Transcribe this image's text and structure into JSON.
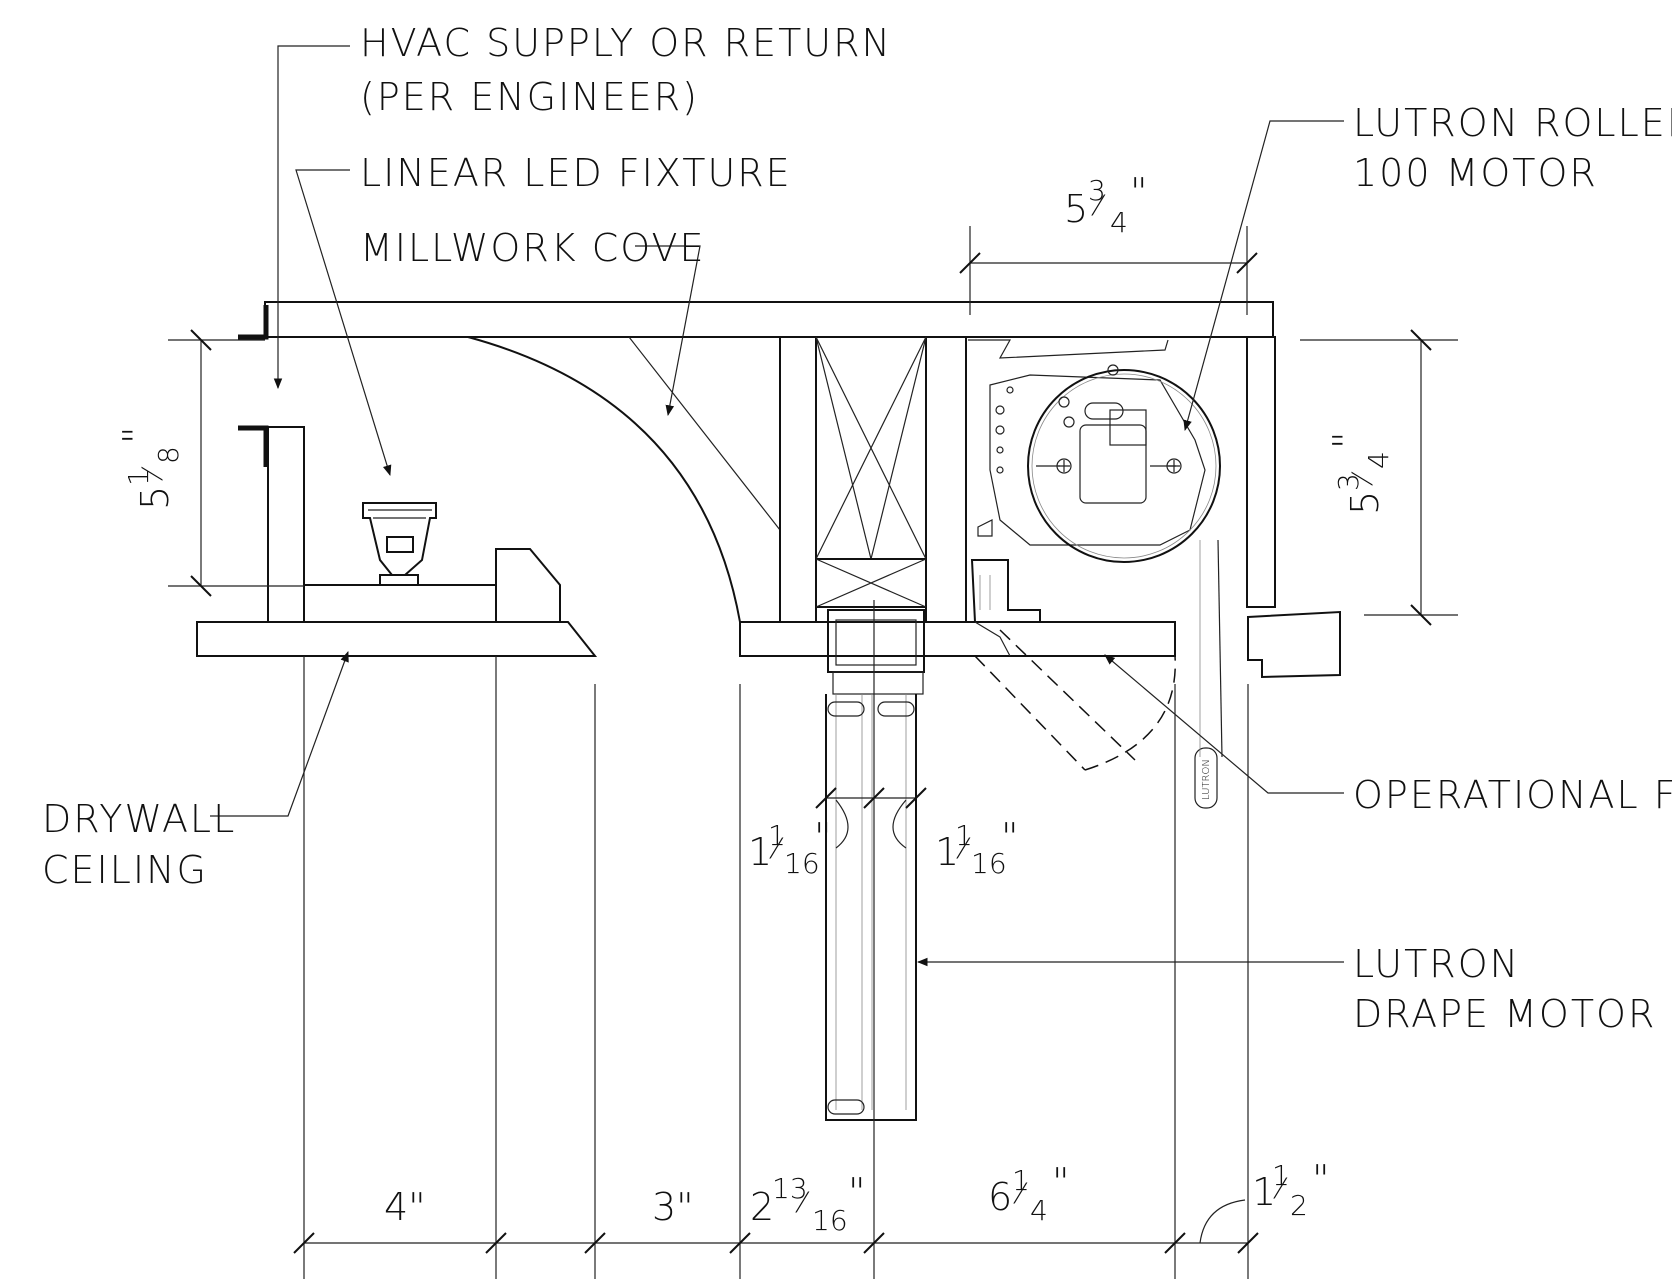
{
  "labels": {
    "hvac_line1": "HVAC SUPPLY OR RETURN",
    "hvac_line2": "(PER ENGINEER)",
    "led_fixture": "LINEAR LED FIXTURE",
    "millwork_cove": "MILLWORK COVE",
    "roller_line1": "LUTRON ROLLER",
    "roller_line2": "100 MOTOR",
    "drywall_line1": "DRYWALL",
    "drywall_line2": "CEILING",
    "flap": "OPERATIONAL FLAP",
    "drape_line1": "LUTRON",
    "drape_line2": "DRAPE MOTOR",
    "motor_tag": "LUTRON"
  },
  "dimensions": {
    "top_width": {
      "whole": "5",
      "num": "3",
      "den": "4",
      "unit": "\""
    },
    "left_height": {
      "whole": "5",
      "num": "1",
      "den": "8",
      "unit": "\""
    },
    "right_height": {
      "whole": "5",
      "num": "3",
      "den": "4",
      "unit": "\""
    },
    "track_left": {
      "whole": "1",
      "num": "1",
      "den": "16",
      "unit": "\""
    },
    "track_right": {
      "whole": "1",
      "num": "1",
      "den": "16",
      "unit": "\""
    },
    "bottom_1": "4\"",
    "bottom_2": "3\"",
    "bottom_3": {
      "whole": "2",
      "num": "13",
      "den": "16",
      "unit": "\""
    },
    "bottom_4": {
      "whole": "6",
      "num": "1",
      "den": "4",
      "unit": "\""
    },
    "bottom_5": {
      "whole": "1",
      "num": "1",
      "den": "2",
      "unit": "\""
    }
  }
}
